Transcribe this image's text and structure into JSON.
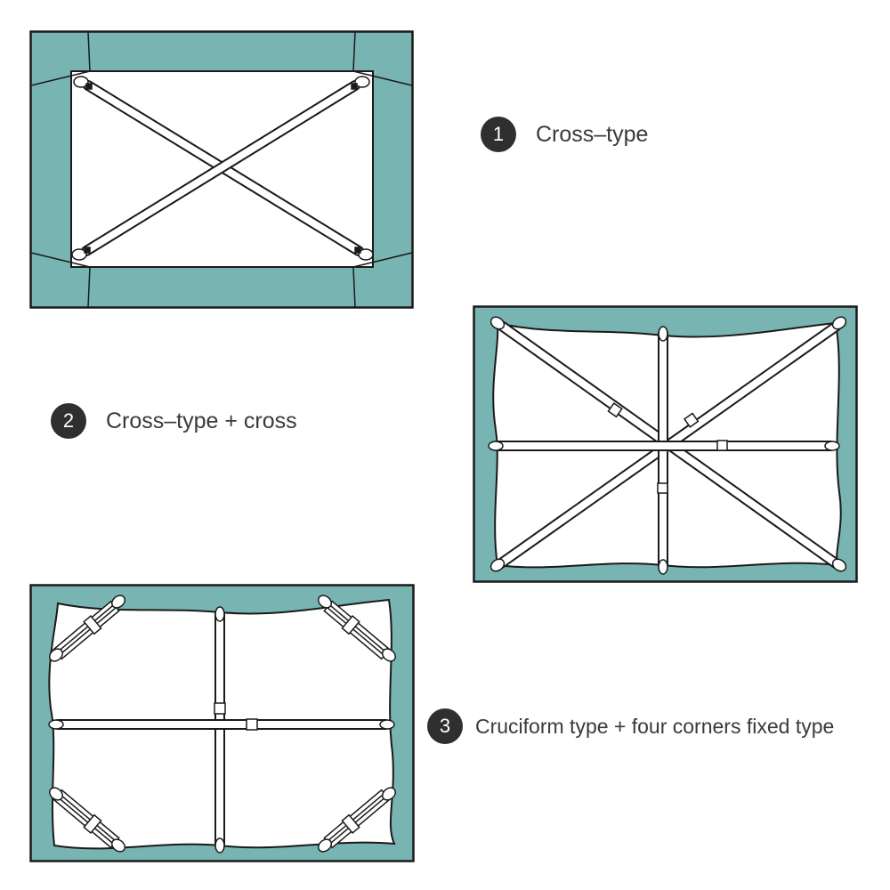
{
  "colors": {
    "fabric": "#78b5b2",
    "mattress": "#ffffff",
    "outline": "#1a1a1a",
    "badge": "#2f2f2f",
    "caption_text": "#3a3a3a"
  },
  "options": [
    {
      "number": "1",
      "label": "Cross–type"
    },
    {
      "number": "2",
      "label": "Cross–type + cross"
    },
    {
      "number": "3",
      "label": "Cruciform type + four corners fixed type"
    }
  ]
}
